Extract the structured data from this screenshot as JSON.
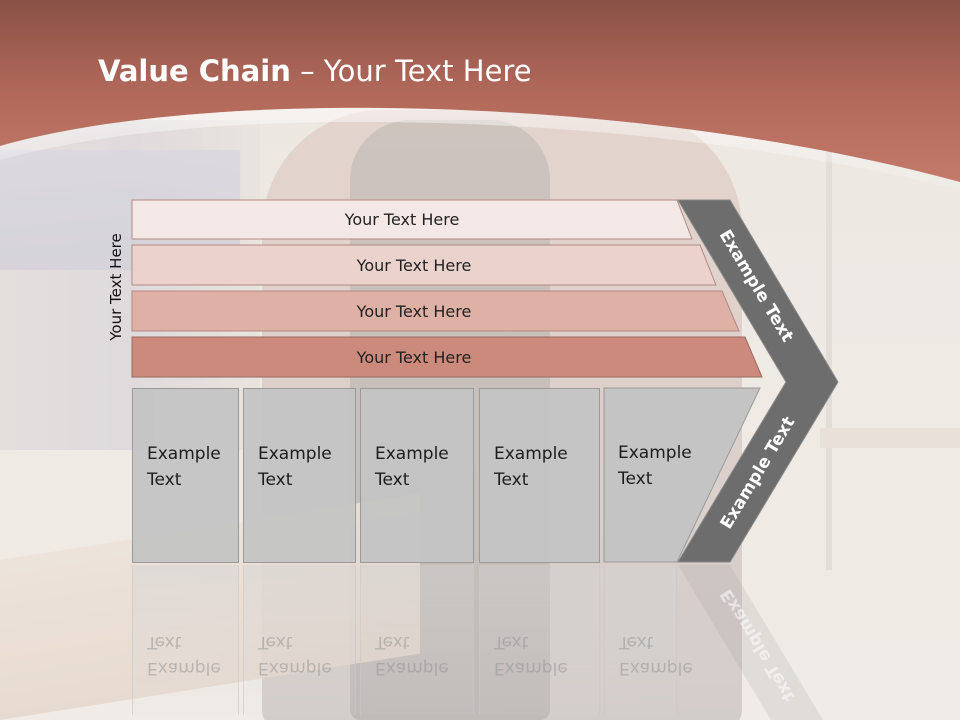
{
  "slide": {
    "title_bold": "Value Chain",
    "title_rest": " – Your Text Here",
    "side_label": "Your Text Here",
    "rows": [
      {
        "label": "Your Text Here",
        "color": "#f3e8e5"
      },
      {
        "label": "Your Text Here",
        "color": "#ecd2cc"
      },
      {
        "label": "Your Text Here",
        "color": "#deb0a6"
      },
      {
        "label": "Your Text Here",
        "color": "#cc8a7c"
      }
    ],
    "columns": [
      {
        "line1": "Example",
        "line2": "Text"
      },
      {
        "line1": "Example",
        "line2": "Text"
      },
      {
        "line1": "Example",
        "line2": "Text"
      },
      {
        "line1": "Example",
        "line2": "Text"
      },
      {
        "line1": "Example",
        "line2": "Text"
      }
    ],
    "chevron_top_label": "Example Text",
    "chevron_bottom_label": "Example Text"
  },
  "colors": {
    "header_red": "#b76a5c",
    "chevron_gray": "#6b6b6b",
    "column_gray": "#c4c4c4"
  }
}
